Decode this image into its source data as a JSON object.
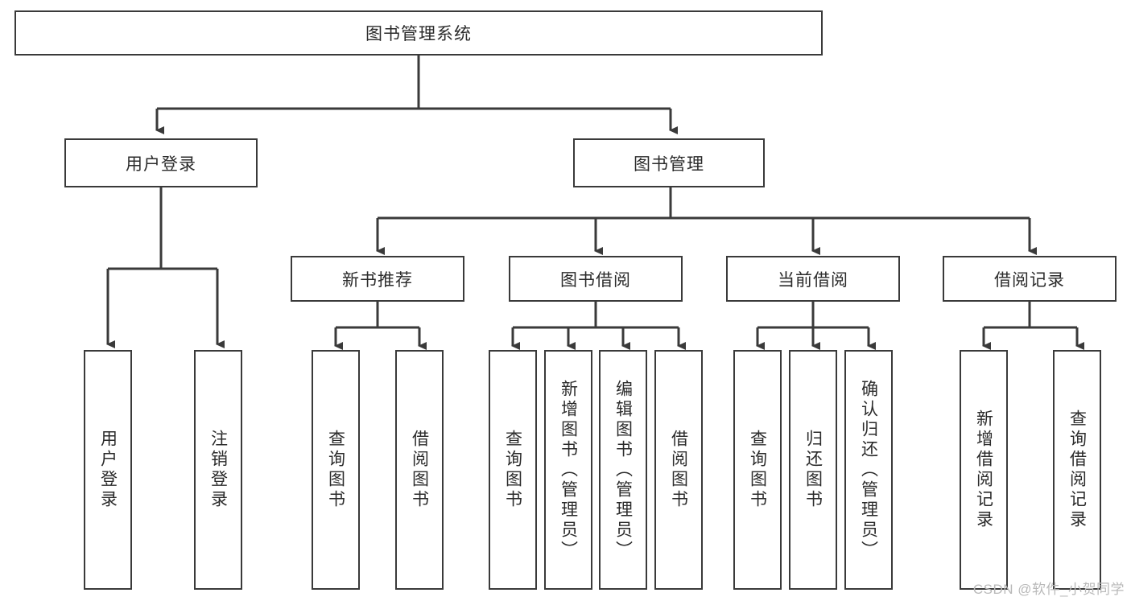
{
  "diagram": {
    "title": "图书管理系统",
    "type": "tree-hierarchy",
    "background_color": "#ffffff",
    "box_border_color": "#3a3a3a",
    "edge_color": "#3a3a3a",
    "text_color": "#2b2b2b"
  },
  "root": {
    "label": "图书管理系统"
  },
  "level2": [
    {
      "label": "用户登录"
    },
    {
      "label": "图书管理"
    }
  ],
  "level3": [
    {
      "label": "新书推荐"
    },
    {
      "label": "图书借阅"
    },
    {
      "label": "当前借阅"
    },
    {
      "label": "借阅记录"
    }
  ],
  "leaves": {
    "user_login": [
      {
        "label": "用户登录"
      },
      {
        "label": "注销登录"
      }
    ],
    "new_book_recommend": [
      {
        "label": "查询图书"
      },
      {
        "label": "借阅图书"
      }
    ],
    "book_borrow": [
      {
        "label": "查询图书"
      },
      {
        "label": "新增图书（管理员）"
      },
      {
        "label": "编辑图书（管理员）"
      },
      {
        "label": "借阅图书"
      }
    ],
    "current_borrow": [
      {
        "label": "查询图书"
      },
      {
        "label": "归还图书"
      },
      {
        "label": "确认归还（管理员）"
      }
    ],
    "borrow_record": [
      {
        "label": "新增借阅记录"
      },
      {
        "label": "查询借阅记录"
      }
    ]
  },
  "watermark": {
    "text": "CSDN @软件_小贺同学"
  }
}
